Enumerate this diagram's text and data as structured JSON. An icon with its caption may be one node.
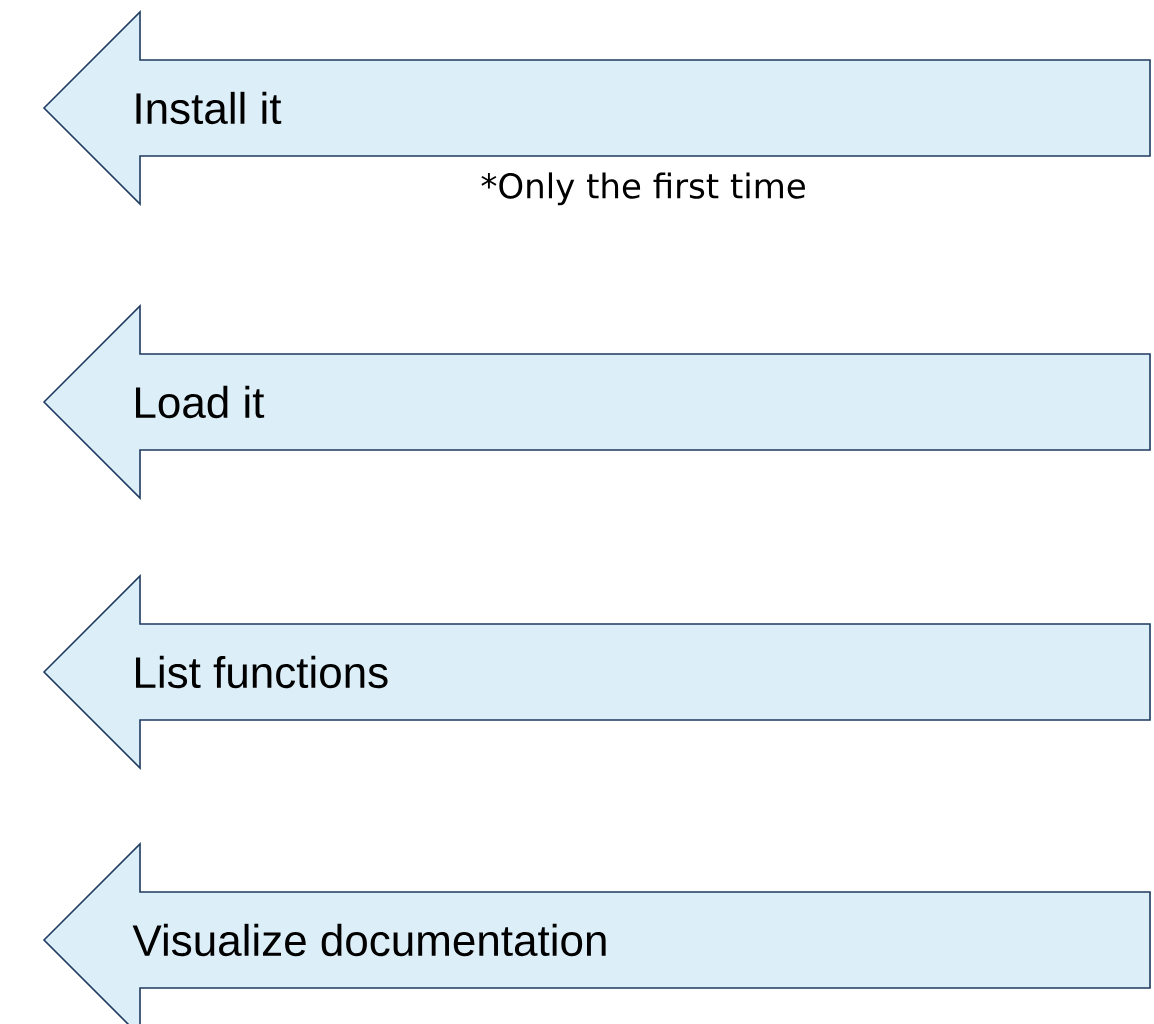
{
  "diagram": {
    "nodes": [
      {
        "text": [
          "Install it"
        ],
        "beside": [
          "*Only the first time"
        ]
      },
      {
        "text": [
          "Load it"
        ]
      },
      {
        "text": [
          "List functions"
        ]
      },
      {
        "text": [
          "Visualize documentation"
        ]
      }
    ]
  }
}
